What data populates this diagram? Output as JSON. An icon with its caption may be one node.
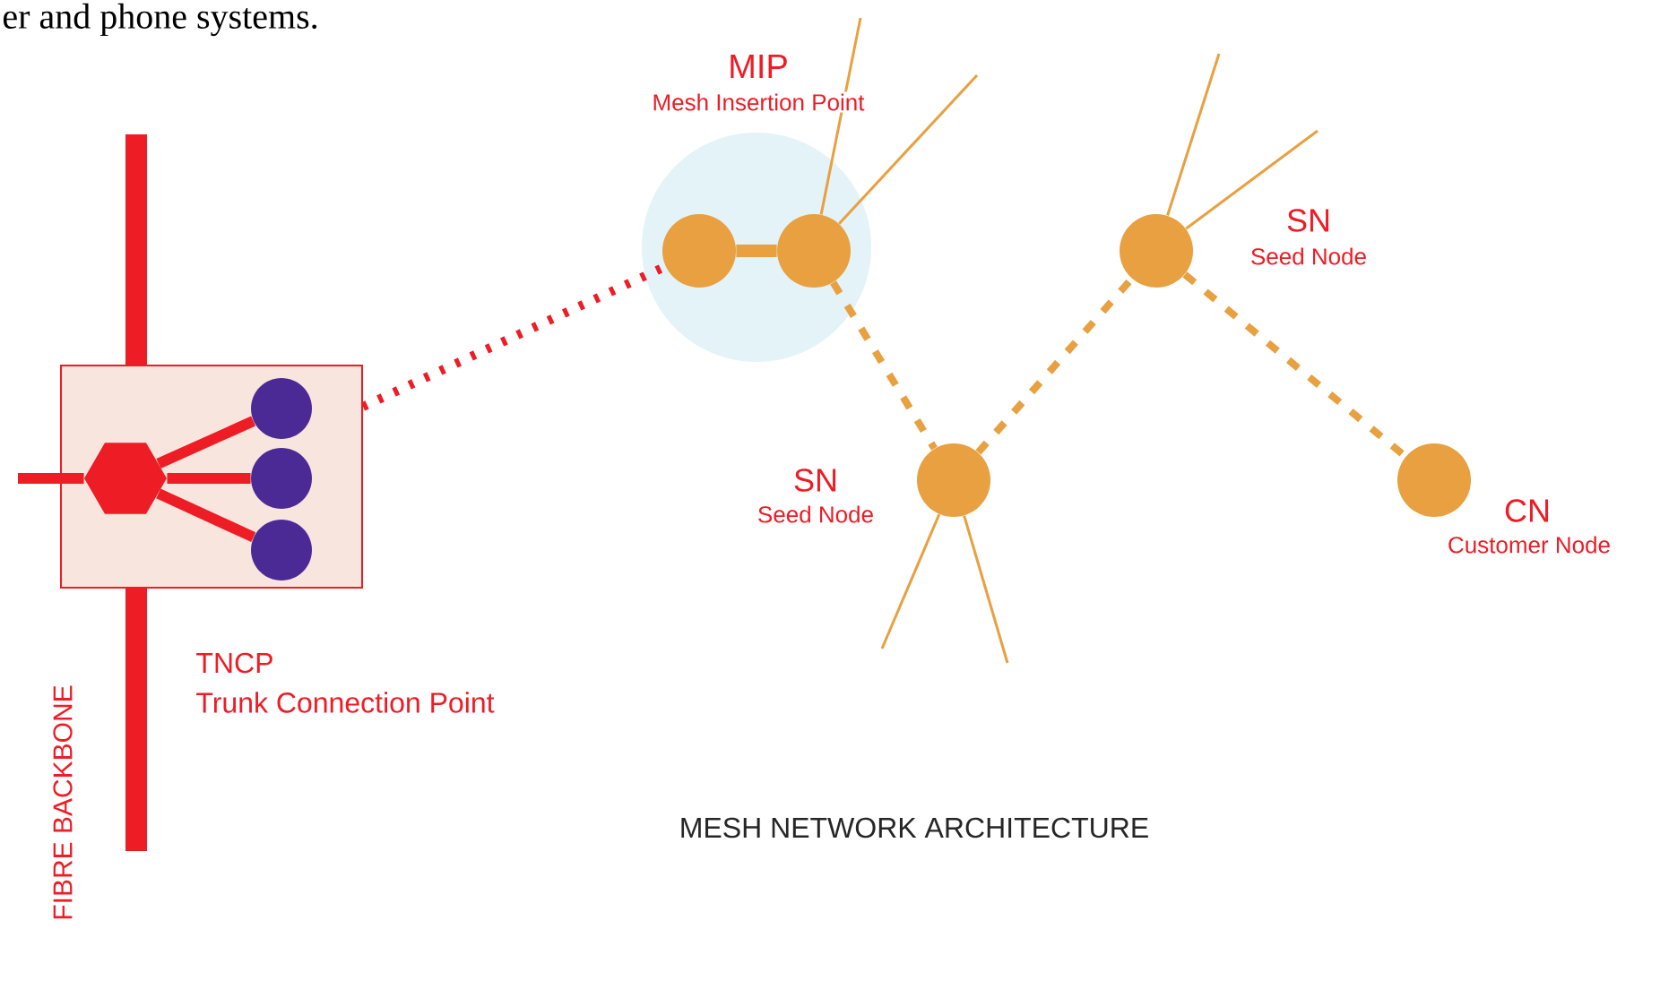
{
  "diagram": {
    "caption": "MESH NETWORK ARCHITECTURE",
    "nodes": [
      {
        "text": [],
        "shape": "bar",
        "beside": [
          "FIBRE BACKBONE"
        ]
      },
      {
        "text": [],
        "shape": "box",
        "beside": [
          "TNCP",
          "Trunk Connection Point"
        ]
      },
      {
        "text": [],
        "shape": "hexagon",
        "in": 1
      },
      {
        "text": [],
        "shape": "circle",
        "in": 1
      },
      {
        "text": [],
        "shape": "circle",
        "in": 1
      },
      {
        "text": [],
        "shape": "circle",
        "in": 1
      },
      {
        "text": [],
        "shape": "circle",
        "beside": [
          "MIP",
          "Mesh Insertion Point"
        ]
      },
      {
        "text": [],
        "shape": "circle",
        "in": 6
      },
      {
        "text": [],
        "shape": "circle",
        "in": 6
      },
      {
        "text": [],
        "shape": "circle",
        "beside": [
          "SN",
          "Seed Node"
        ]
      },
      {
        "text": [],
        "shape": "circle",
        "beside": [
          "SN",
          "Seed Node"
        ]
      },
      {
        "text": [],
        "shape": "circle",
        "beside": [
          "CN",
          "Customer Node"
        ]
      }
    ],
    "edges": [
      {
        "from": null,
        "to": 2,
        "arrow": "none",
        "color": "#ee1c25"
      },
      {
        "from": 2,
        "to": 3,
        "arrow": "none",
        "color": "#ee1c25"
      },
      {
        "from": 2,
        "to": 4,
        "arrow": "none",
        "color": "#ee1c25"
      },
      {
        "from": 2,
        "to": 5,
        "arrow": "none",
        "color": "#ee1c25"
      },
      {
        "from": 1,
        "to": 7,
        "arrow": "none",
        "style": "dashed",
        "color": "#ee1c25"
      },
      {
        "from": 7,
        "to": 8,
        "arrow": "none"
      },
      {
        "from": 8,
        "to": 10,
        "arrow": "none",
        "style": "dashed"
      },
      {
        "from": 10,
        "to": 9,
        "arrow": "none",
        "style": "dashed"
      },
      {
        "from": 9,
        "to": 11,
        "arrow": "none",
        "style": "dashed"
      },
      {
        "from": 8,
        "to": null,
        "arrow": "none"
      },
      {
        "from": 8,
        "to": null,
        "arrow": "none"
      },
      {
        "from": 9,
        "to": null,
        "arrow": "none"
      },
      {
        "from": 9,
        "to": null,
        "arrow": "none"
      },
      {
        "from": 10,
        "to": null,
        "arrow": "none"
      },
      {
        "from": 10,
        "to": null,
        "arrow": "none"
      }
    ],
    "labels": [
      "er and phone systems."
    ]
  }
}
